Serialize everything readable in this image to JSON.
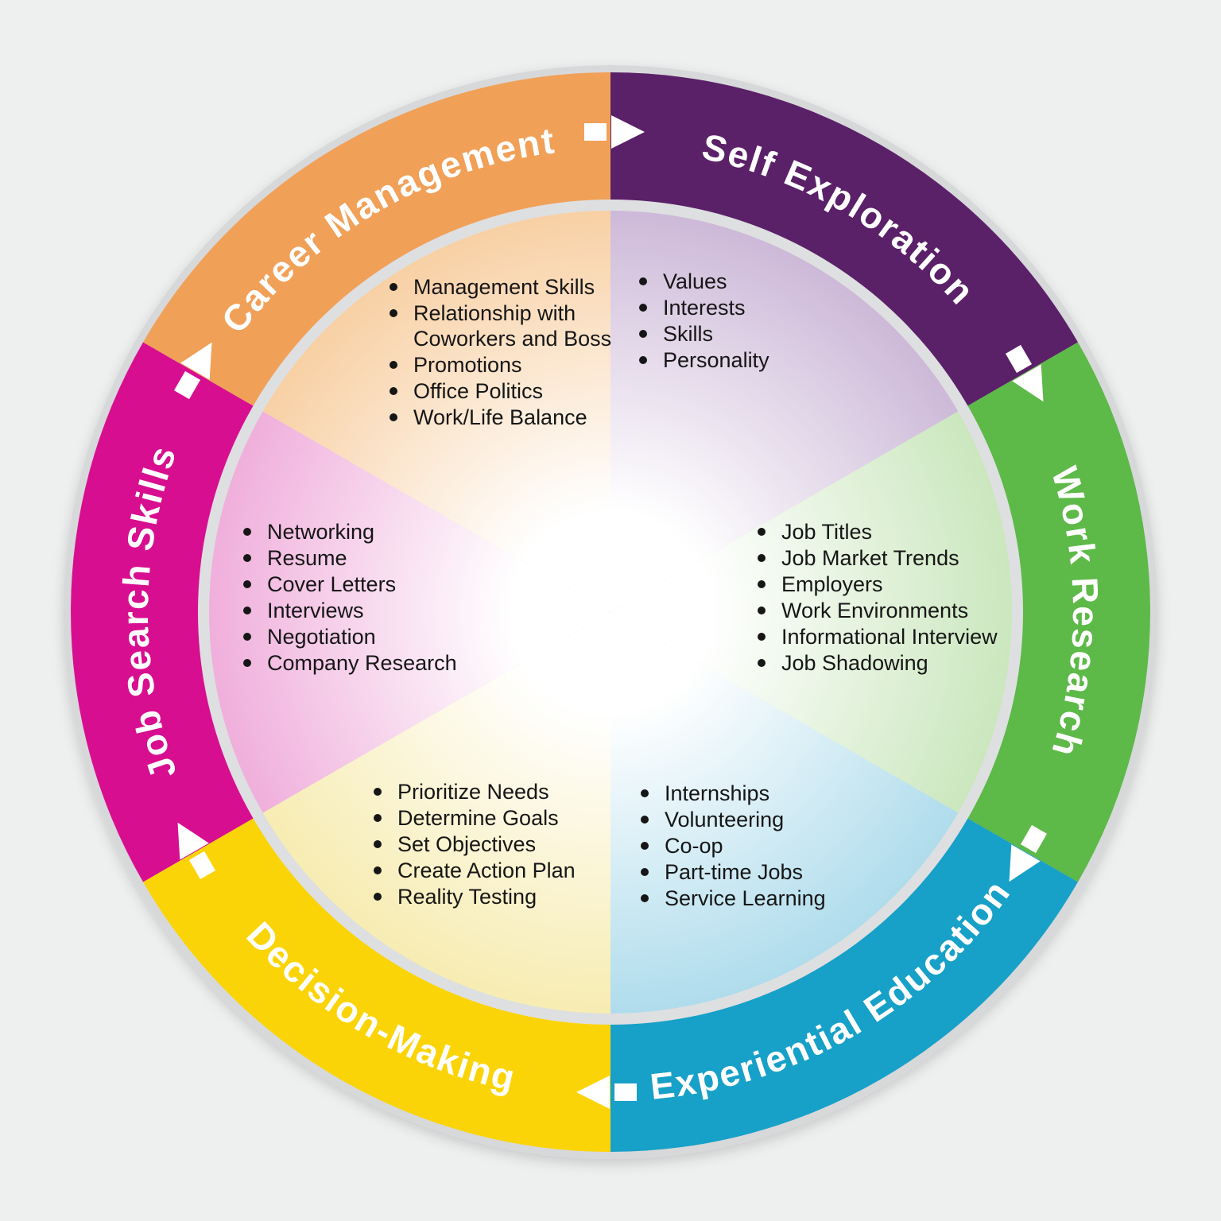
{
  "page": {
    "background_color": "#EEEFEF",
    "outer_border_color": "#D7D8D9",
    "gap_ring_color": "#DEDFE1",
    "bullet_text_color": "#161616"
  },
  "arrows": {
    "color": "#FFFFFF",
    "direction": "clockwise"
  },
  "segments": [
    {
      "id": "self-exploration",
      "label": "Self Exploration",
      "color": "#5A2068",
      "inner_color": "#CDB9D8",
      "items": [
        "Values",
        "Interests",
        "Skills",
        "Personality"
      ]
    },
    {
      "id": "work-research",
      "label": "Work Research",
      "color": "#5DB948",
      "inner_color": "#CBE7BE",
      "items": [
        "Job Titles",
        "Job Market Trends",
        "Employers",
        "Work Environments",
        "Informational Interview",
        "Job Shadowing"
      ]
    },
    {
      "id": "experiential-education",
      "label": "Experiential Education",
      "color": "#17A0C8",
      "inner_color": "#AFDCEC",
      "items": [
        "Internships",
        "Volunteering",
        "Co-op",
        "Part-time Jobs",
        "Service Learning"
      ]
    },
    {
      "id": "decision-making",
      "label": "Decision-Making",
      "color": "#FBD408",
      "inner_color": "#F7ECB2",
      "items": [
        "Prioritize Needs",
        "Determine Goals",
        "Set Objectives",
        "Create Action Plan",
        "Reality Testing"
      ]
    },
    {
      "id": "job-search-skills",
      "label": "Job Search Skills",
      "color": "#D80E90",
      "inner_color": "#F0AFDC",
      "items": [
        "Networking",
        "Resume",
        "Cover Letters",
        "Interviews",
        "Negotiation",
        "Company Research"
      ]
    },
    {
      "id": "career-management",
      "label": "Career Management",
      "color": "#F1A058",
      "inner_color": "#F8D0A4",
      "items": [
        "Management Skills",
        "Relationship with Coworkers and Boss",
        "Promotions",
        "Office Politics",
        "Work/Life Balance"
      ]
    }
  ]
}
